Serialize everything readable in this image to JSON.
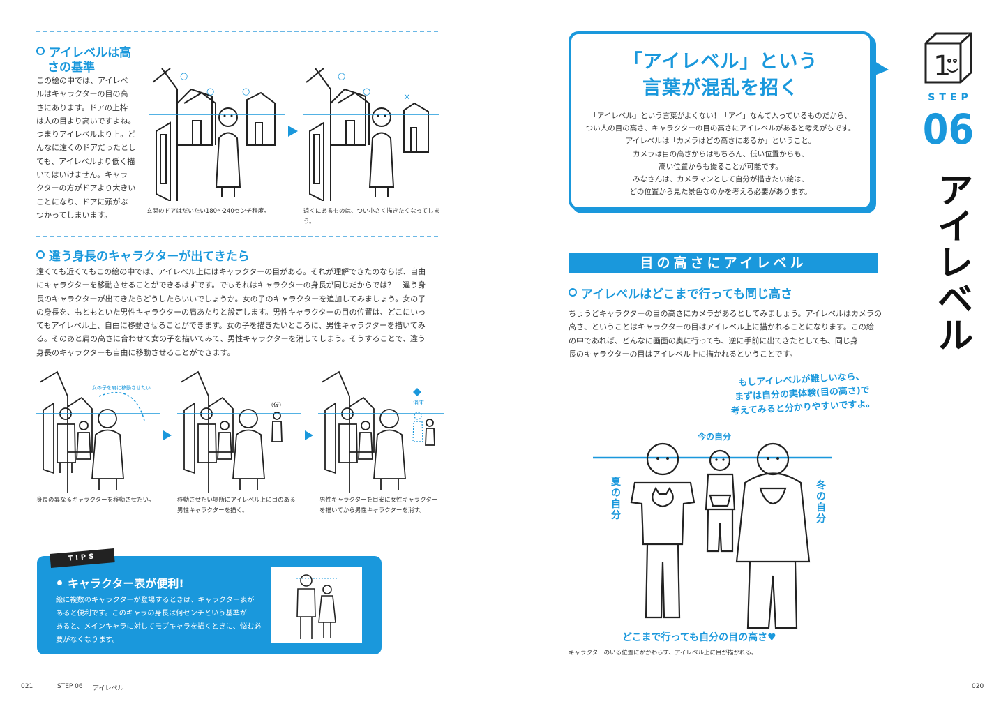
{
  "left_page": {
    "section1": {
      "heading_line1": "アイレベルは高",
      "heading_line2": "さの基準",
      "body_lines": [
        "この絵の中では、アイレベ",
        "ルはキャラクターの目の高",
        "さにあります。ドアの上枠",
        "は人の目より高いですよね。",
        "つまりアイレベルより上。ど",
        "んなに遠くのドアだったとし",
        "ても、アイレベルより低く描",
        "いてはいけません。キャラ",
        "クターの方がドアより大きい",
        "ことになり、ドアに頭がぶ",
        "つかってしまいます。"
      ],
      "caption_left": "玄関のドアはだいたい180～240センチ程度。",
      "caption_right": "遠くにあるものは、つい小さく描きたくなってしまう。",
      "mark_circle": "○",
      "mark_cross": "×"
    },
    "section2": {
      "heading": "違う身長のキャラクターが出てきたら",
      "body_lines": [
        "遠くても近くてもこの絵の中では、アイレベル上にはキャラクターの目がある。それが理解できたのならば、自由",
        "にキャラクターを移動させることができるはずです。でもそれはキャラクターの身長が同じだからでは？　違う身",
        "長のキャラクターが出てきたらどうしたらいいでしょうか。女の子のキャラクターを追加してみましょう。女の子",
        "の身長を、もともといた男性キャラクターの肩あたりと設定します。男性キャラクターの目の位置は、どこにいっ",
        "てもアイレベル上、自由に移動させることができます。女の子を描きたいところに、男性キャラクターを描いてみ",
        "る。そのあと肩の高さに合わせて女の子を描いてみて、男性キャラクターを消してしまう。そうすることで、違う",
        "身長のキャラクターも自由に移動させることができます。"
      ],
      "annotation1": "女の子を肩に移動させたい",
      "annotation2": "（仮）",
      "annotation3": "消す",
      "caption1": "身長の異なるキャラクターを移動させたい。",
      "caption2_line1": "移動させたい場所にアイレベル上に目のある",
      "caption2_line2": "男性キャラクターを描く。",
      "caption3_line1": "男性キャラクターを目安に女性キャラクター",
      "caption3_line2": "を描いてから男性キャラクターを消す。"
    },
    "tips": {
      "label": "TIPS",
      "title": "キャラクター表が便利!",
      "body_lines": [
        "絵に複数のキャラクターが登場するときは、キャラクター表が",
        "あると便利です。このキャラの身長は何センチという基準が",
        "あると、メインキャラに対してモブキャラを描くときに、悩む必",
        "要がなくなります。"
      ]
    },
    "footer": {
      "page_number": "021",
      "step": "STEP 06",
      "title": "アイレベル"
    }
  },
  "right_page": {
    "speech": {
      "title_line1": "「アイレベル」という",
      "title_line2": "言葉が混乱を招く",
      "body_lines": [
        "「アイレベル」という言葉がよくない！「アイ」なんて入っているものだから、",
        "つい人の目の高さ、キャラクターの目の高さにアイレベルがあると考えがちです。",
        "アイレベルは「カメラはどの高さにあるか」ということ。",
        "カメラは目の高さからはもちろん、低い位置からも、",
        "高い位置からも撮ることが可能です。",
        "みなさんは、カメラマンとして自分が描きたい絵は、",
        "どの位置から見た景色なのかを考える必要があります。"
      ]
    },
    "bar_heading": "目の高さにアイレベル",
    "section": {
      "heading": "アイレベルはどこまで行っても同じ高さ",
      "body_lines": [
        "ちょうどキャラクターの目の高さにカメラがあるとしてみましょう。アイレベルはカメラの",
        "高さ、ということはキャラクターの目はアイレベル上に描かれることになります。この絵",
        "の中であれば、どんなに画面の奥に行っても、逆に手前に出てきたとしても、同じ身",
        "長のキャラクターの目はアイレベル上に描かれるということです。"
      ]
    },
    "handwritten": {
      "note_line1": "もしアイレベルが難しいなら、",
      "note_line2": "まずは自分の実体験(目の高さ)で",
      "note_line3": "考えてみると分かりやすいですよ。",
      "label_now": "今の自分",
      "label_summer": "夏の自分",
      "label_winter": "冬の自分",
      "bottom_note": "どこまで行っても自分の目の高さ♥"
    },
    "caption": "キャラクターのいる位置にかかわらず、アイレベル上に目が描かれる。",
    "page_number": "020",
    "sidebar": {
      "cube_number": "1",
      "step_label": "STEP",
      "step_number": "06",
      "vertical_title": "アイレベル"
    }
  },
  "colors": {
    "accent": "#1a98dc",
    "text": "#333333",
    "tips_label_bg": "#222222"
  }
}
